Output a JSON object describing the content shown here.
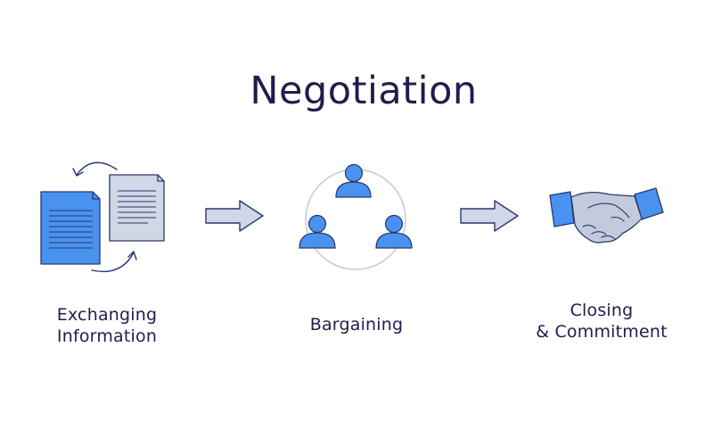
{
  "title": "Negotiation",
  "colors": {
    "title": "#1f1d4d",
    "label": "#1f1d4d",
    "accent_blue": "#4a92f0",
    "light_paper": "#d0d7e6",
    "outline": "#27386b",
    "circle": "#c3c8da",
    "hand_light": "#c3cadb"
  },
  "steps": [
    {
      "label_lines": [
        "Exchanging",
        "Information"
      ],
      "icon": "documents-exchange-icon"
    },
    {
      "label_lines": [
        "Bargaining"
      ],
      "icon": "people-circle-icon"
    },
    {
      "label_lines": [
        "Closing",
        "& Commitment"
      ],
      "icon": "handshake-icon"
    }
  ],
  "connectors": [
    "right-arrow-icon",
    "right-arrow-icon"
  ]
}
